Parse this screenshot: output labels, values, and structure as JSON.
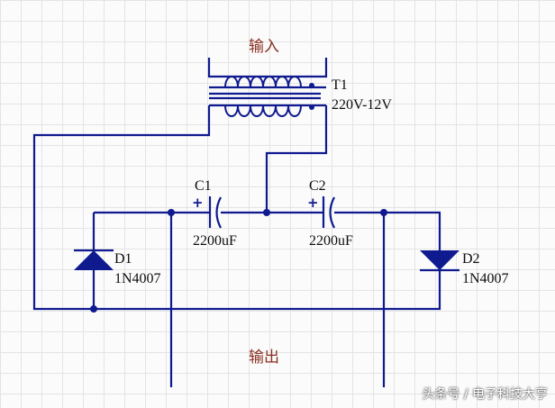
{
  "input_label": "输入",
  "output_label": "输出",
  "transformer": {
    "ref": "T1",
    "value": "220V-12V"
  },
  "c1": {
    "ref": "C1",
    "value": "2200uF",
    "polarity": "+"
  },
  "c2": {
    "ref": "C2",
    "value": "2200uF",
    "polarity": "+"
  },
  "d1": {
    "ref": "D1",
    "value": "1N4007"
  },
  "d2": {
    "ref": "D2",
    "value": "1N4007"
  },
  "watermark": "头条号 / 电子科技大亨",
  "colors": {
    "wire": "#0f1a8f",
    "label": "#0d0d0d",
    "title": "#8a2f22",
    "grid": "#e4e4e4"
  }
}
